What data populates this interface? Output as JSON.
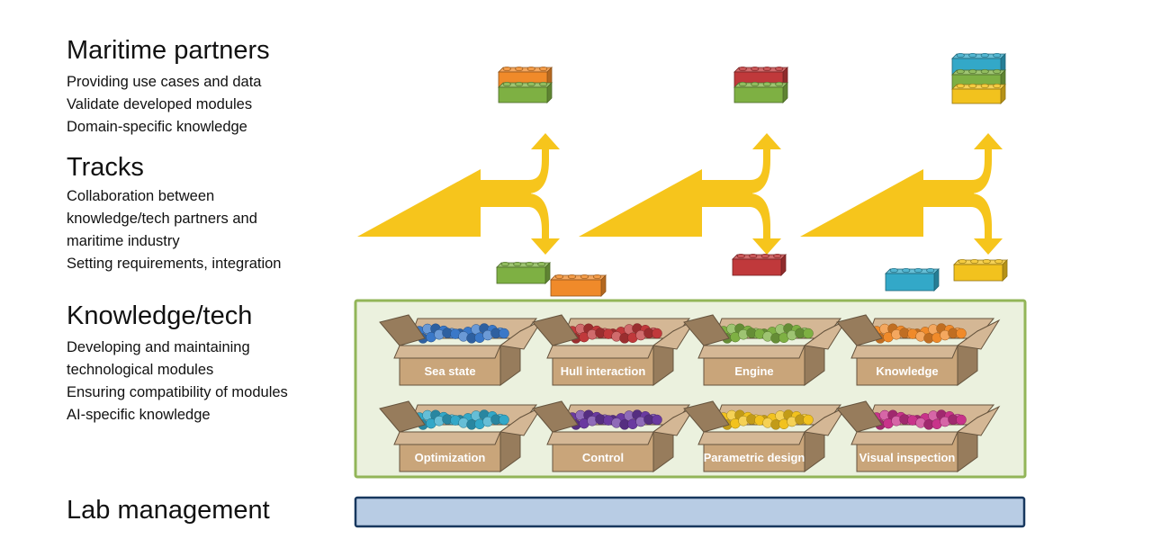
{
  "sections": {
    "maritime": {
      "title": "Maritime partners",
      "lines": [
        "Providing use cases and data",
        "Validate developed modules",
        "Domain-specific knowledge"
      ]
    },
    "tracks": {
      "title": "Tracks",
      "lines": [
        "Collaboration between",
        "knowledge/tech partners and",
        "maritime industry",
        "Setting requirements, integration"
      ]
    },
    "knowledge": {
      "title": "Knowledge/tech",
      "lines": [
        "Developing and maintaining",
        "technological modules",
        "Ensuring compatibility of modules",
        "AI-specific knowledge"
      ]
    },
    "lab": {
      "title": "Lab management"
    }
  },
  "module_boxes": [
    {
      "label": "Sea state",
      "color": "#3a78c8"
    },
    {
      "label": "Hull interaction",
      "color": "#c0393b"
    },
    {
      "label": "Engine",
      "color": "#7eb043"
    },
    {
      "label": "Knowledge",
      "color": "#f08a2a"
    },
    {
      "label": "Optimization",
      "color": "#33a8c8"
    },
    {
      "label": "Control",
      "color": "#6a3aa0"
    },
    {
      "label": "Parametric design",
      "color": "#f2c21e"
    },
    {
      "label": "Visual inspection",
      "color": "#c8338a"
    }
  ],
  "colors": {
    "panel_border": "#92b558",
    "panel_fill": "#ebf1de",
    "arrow": "#f6c51c",
    "lab_bar_fill": "#b8cce4",
    "lab_bar_border": "#17375e",
    "box_cardboard": "#c9a57a"
  },
  "icons": [
    "lego-brick-icon",
    "track-arrow-icon",
    "cardboard-box-icon"
  ]
}
